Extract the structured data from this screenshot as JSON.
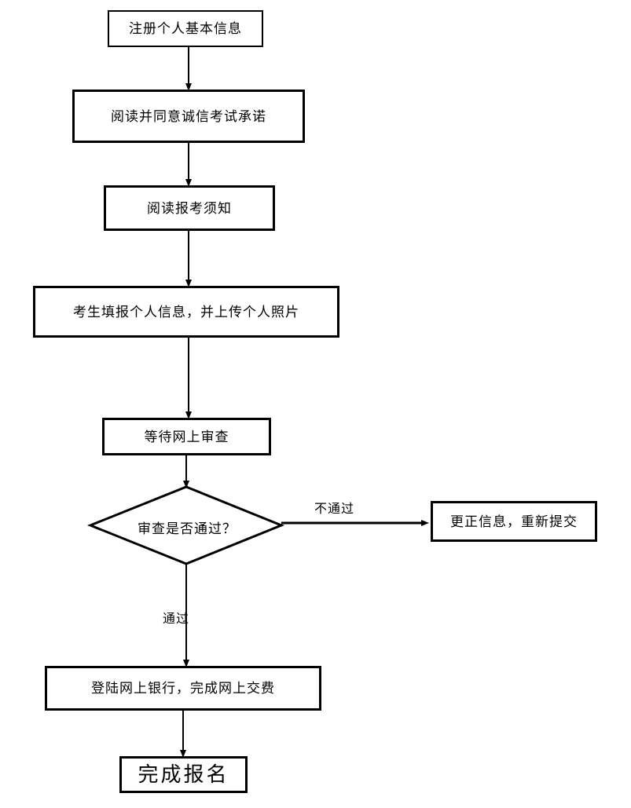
{
  "diagram": {
    "type": "flowchart",
    "title": "",
    "orientation": "top-to-bottom",
    "nodes": [
      {
        "id": "register",
        "shape": "rect",
        "label": "注册个人基本信息"
      },
      {
        "id": "pledge",
        "shape": "rect",
        "label": "阅读并同意诚信考试承诺"
      },
      {
        "id": "notice",
        "shape": "rect",
        "label": "阅读报考须知"
      },
      {
        "id": "fillinfo",
        "shape": "rect",
        "label": "考生填报个人信息，并上传个人照片"
      },
      {
        "id": "waiting",
        "shape": "rect",
        "label": "等待网上审查"
      },
      {
        "id": "decision",
        "shape": "diamond",
        "label": "审查是否通过？"
      },
      {
        "id": "resubmit",
        "shape": "rect",
        "label": "更正信息，重新提交"
      },
      {
        "id": "payment",
        "shape": "rect",
        "label": "登陆网上银行，完成网上交费"
      },
      {
        "id": "done",
        "shape": "rect",
        "label": "完成报名"
      }
    ],
    "edges": [
      {
        "from": "register",
        "to": "pledge",
        "label": ""
      },
      {
        "from": "pledge",
        "to": "notice",
        "label": ""
      },
      {
        "from": "notice",
        "to": "fillinfo",
        "label": ""
      },
      {
        "from": "fillinfo",
        "to": "waiting",
        "label": ""
      },
      {
        "from": "waiting",
        "to": "decision",
        "label": ""
      },
      {
        "from": "decision",
        "to": "resubmit",
        "label": "不通过"
      },
      {
        "from": "decision",
        "to": "payment",
        "label": "通过"
      },
      {
        "from": "payment",
        "to": "done",
        "label": ""
      }
    ],
    "edge_labels": {
      "fail": "不通过",
      "pass": "通过"
    },
    "colors": {
      "stroke": "#000000",
      "fill": "#ffffff",
      "text": "#000000"
    }
  }
}
